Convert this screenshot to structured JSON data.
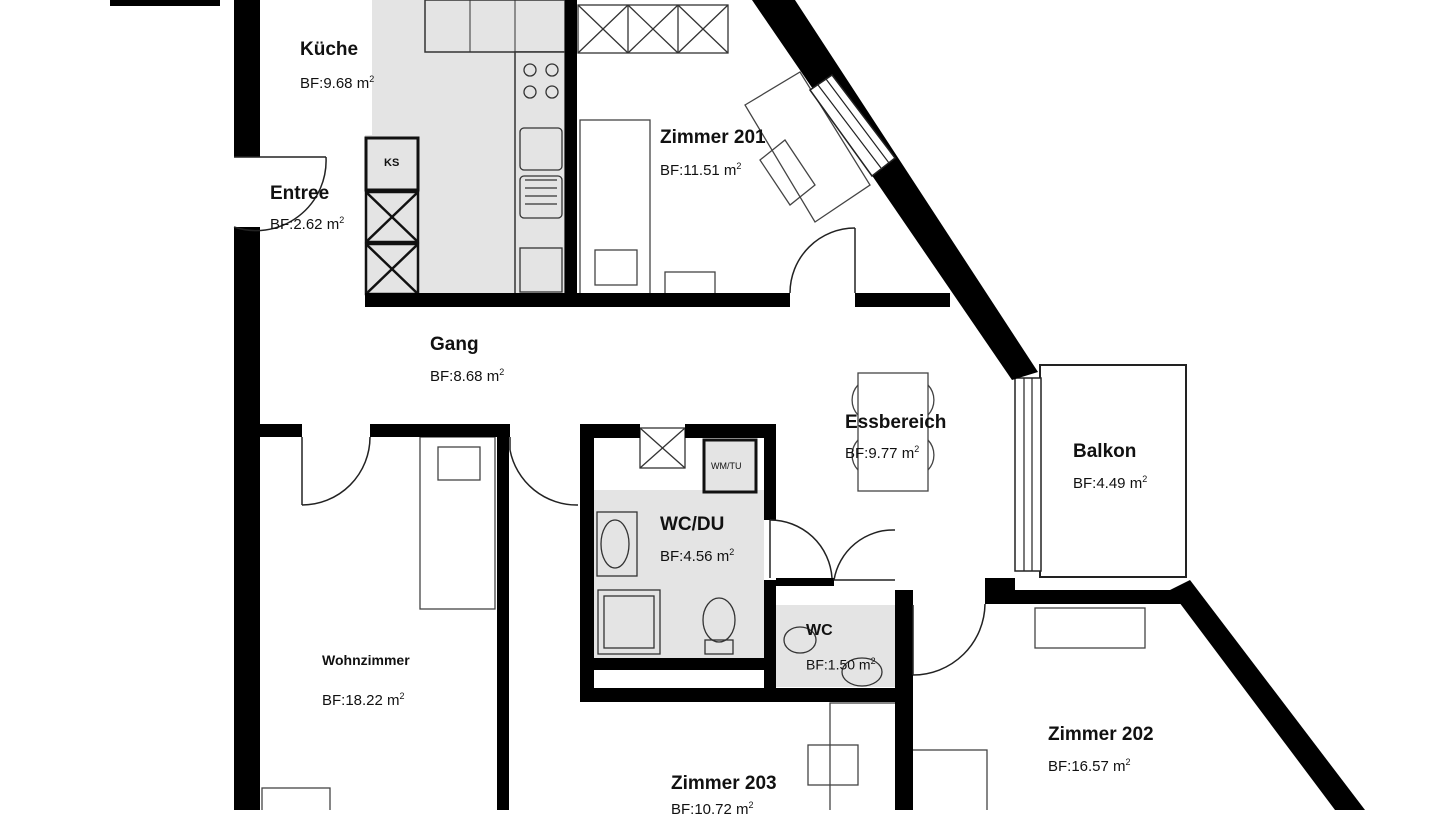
{
  "rooms": {
    "kueche": {
      "name": "Küche",
      "area": "BF:9.68 m",
      "unit_exp": "2"
    },
    "entree": {
      "name": "Entree",
      "area": "BF:2.62 m",
      "unit_exp": "2"
    },
    "zimmer201": {
      "name": "Zimmer 201",
      "area": "BF:11.51 m",
      "unit_exp": "2"
    },
    "gang": {
      "name": "Gang",
      "area": "BF:8.68 m",
      "unit_exp": "2"
    },
    "essbereich": {
      "name": "Essbereich",
      "area": "BF:9.77 m",
      "unit_exp": "2"
    },
    "balkon": {
      "name": "Balkon",
      "area": "BF:4.49 m",
      "unit_exp": "2"
    },
    "wcdu": {
      "name": "WC/DU",
      "area": "BF:4.56 m",
      "unit_exp": "2"
    },
    "wc": {
      "name": "WC",
      "area": "BF:1.50 m",
      "unit_exp": "2"
    },
    "wohnzimmer": {
      "name": "Wohnzimmer",
      "area": "BF:18.22 m",
      "unit_exp": "2"
    },
    "zimmer202": {
      "name": "Zimmer 202",
      "area": "BF:16.57 m",
      "unit_exp": "2"
    },
    "zimmer203": {
      "name": "Zimmer 203",
      "area": "BF:10.72 m",
      "unit_exp": "2"
    }
  },
  "fixtures": {
    "fridge": "KS",
    "washer_dryer": "WM/TU"
  }
}
